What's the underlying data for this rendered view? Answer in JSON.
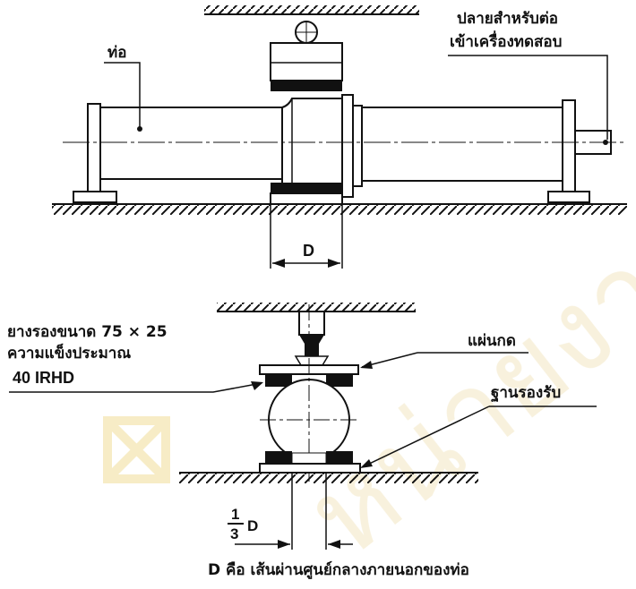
{
  "labels": {
    "pipe": "ท่อ",
    "end_connector": [
      "ปลายสำหรับต่อ",
      "เข้าเครื่องทดสอบ"
    ],
    "dimension_d": "D",
    "rubber_pad": [
      "ยางรองขนาด 75 × 25",
      "ความแข็งประมาณ",
      "40 IRHD"
    ],
    "press_plate": "แผ่นกด",
    "support_base": "ฐานรองรับ",
    "third_d": {
      "num": "1",
      "den": "3",
      "sym": "D"
    },
    "caption": "D คือ เส้นผ่านศูนย์กลางภายนอกของท่อ"
  },
  "watermark": {
    "color": "#f3e3a6"
  },
  "colors": {
    "line": "#111111",
    "pad": "#111111"
  }
}
